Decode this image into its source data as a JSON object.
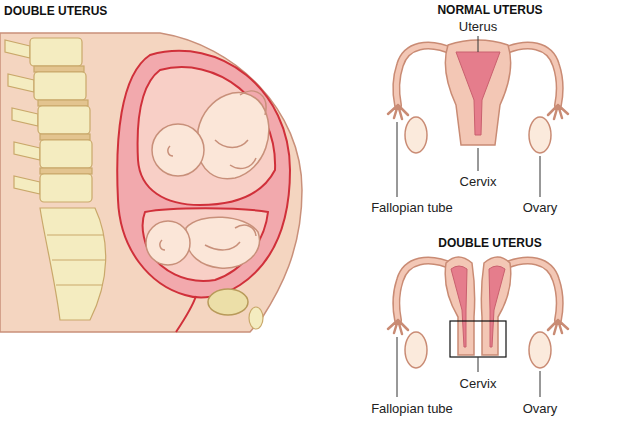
{
  "diagram": {
    "title": "DOUBLE UTERUS",
    "labels": [
      "NORMAL UTERUS",
      "Uterus",
      "Cervix",
      "Fallopian tube",
      "Ovary",
      "DOUBLE UTERUS",
      "Cervix",
      "Fallopian tube",
      "Ovary"
    ]
  }
}
